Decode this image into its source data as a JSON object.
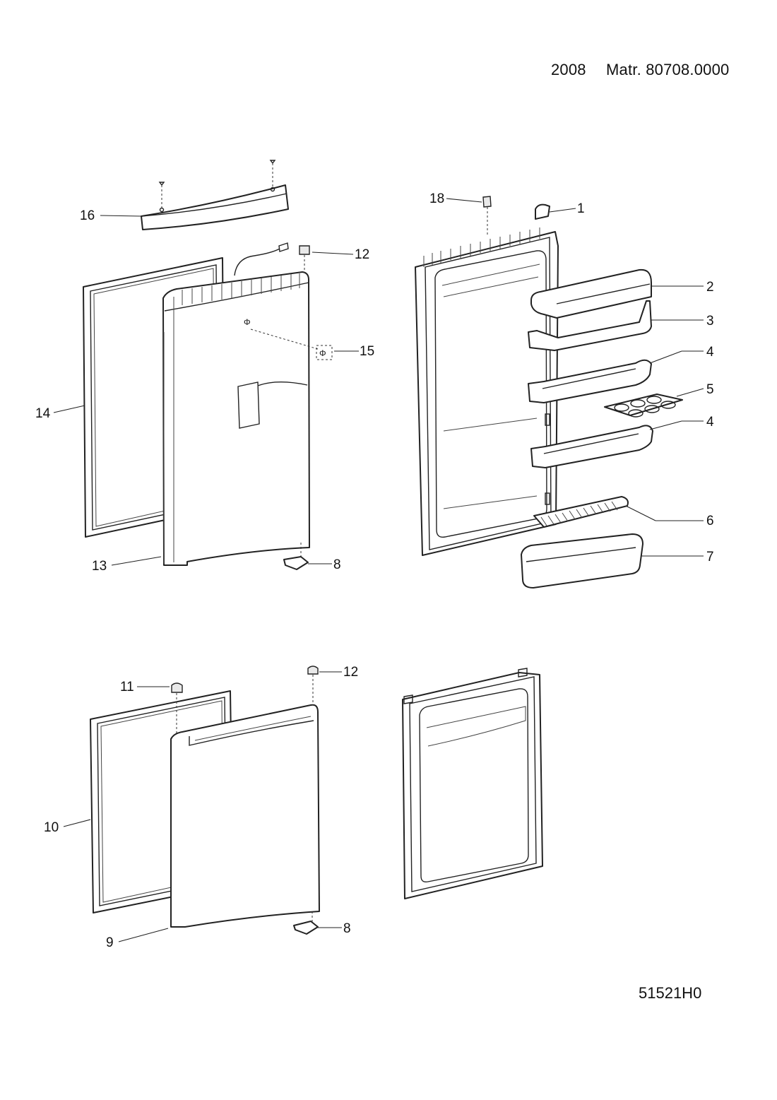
{
  "header": {
    "year": "2008",
    "matr": "Matr. 80708.0000"
  },
  "footer": {
    "code": "51521H0"
  },
  "callouts": {
    "c1": "1",
    "c2": "2",
    "c3": "3",
    "c4a": "4",
    "c4b": "4",
    "c5": "5",
    "c6": "6",
    "c7": "7",
    "c8a": "8",
    "c8b": "8",
    "c9": "9",
    "c10": "10",
    "c11": "11",
    "c12a": "12",
    "c12b": "12",
    "c13": "13",
    "c14": "14",
    "c15": "15",
    "c16": "16",
    "c18": "18"
  }
}
